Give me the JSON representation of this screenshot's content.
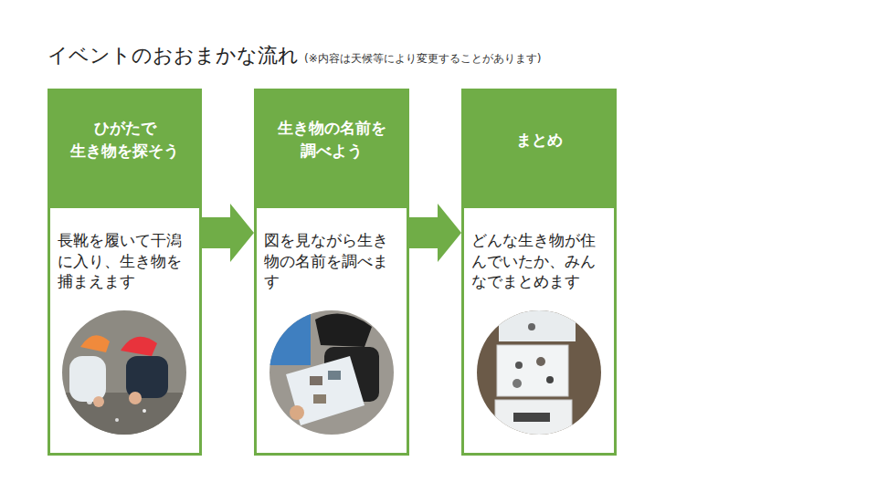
{
  "diagram": {
    "title": "イベントのおおまかな流れ",
    "nodes": [
      {
        "text": [
          "ひがたで 生き物を探そう",
          "長靴を履いて干潟に入り、生き物を捕まえます"
        ]
      },
      {
        "text": [
          "生き物の名前を 調べよう",
          "図を見ながら生き物の名前を調べます"
        ]
      },
      {
        "text": [
          "まとめ",
          "どんな生き物が住んでいたか、みんなでまとめます"
        ]
      }
    ],
    "edges": [
      {
        "from": 0,
        "to": 1,
        "arrow": "to"
      },
      {
        "from": 1,
        "to": 2,
        "arrow": "to"
      }
    ],
    "labels": [
      "(※内容は天候等により変更することがあります)"
    ]
  }
}
